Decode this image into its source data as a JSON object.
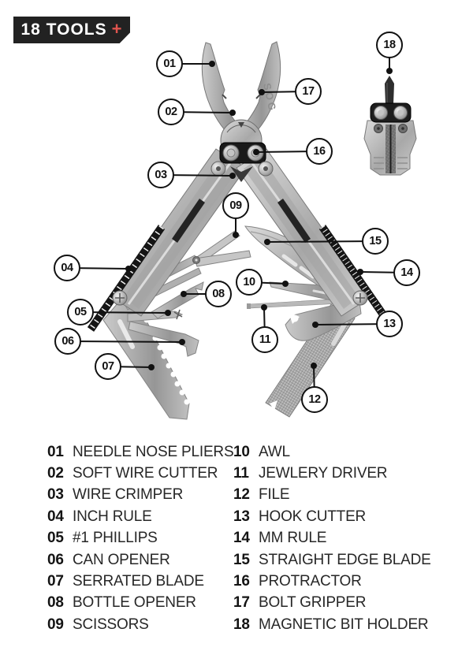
{
  "badge": {
    "text": "18 TOOLS",
    "plus": "+"
  },
  "product_marking": "SOG",
  "colors": {
    "badge_bg": "#222222",
    "accent_red": "#e0544e",
    "line_black": "#111111",
    "metal_gray": "#b5b5b5",
    "rule_strip": "#151515"
  },
  "callouts": [
    {
      "num": "01"
    },
    {
      "num": "02"
    },
    {
      "num": "03"
    },
    {
      "num": "04"
    },
    {
      "num": "05"
    },
    {
      "num": "06"
    },
    {
      "num": "07"
    },
    {
      "num": "08"
    },
    {
      "num": "09"
    },
    {
      "num": "10"
    },
    {
      "num": "11"
    },
    {
      "num": "12"
    },
    {
      "num": "13"
    },
    {
      "num": "14"
    },
    {
      "num": "15"
    },
    {
      "num": "16"
    },
    {
      "num": "17"
    },
    {
      "num": "18"
    }
  ],
  "legend": {
    "left": [
      {
        "num": "01",
        "label": "NEEDLE NOSE PLIERS"
      },
      {
        "num": "02",
        "label": "SOFT WIRE CUTTER"
      },
      {
        "num": "03",
        "label": "WIRE CRIMPER"
      },
      {
        "num": "04",
        "label": "INCH RULE"
      },
      {
        "num": "05",
        "label": "#1 PHILLIPS"
      },
      {
        "num": "06",
        "label": "CAN OPENER"
      },
      {
        "num": "07",
        "label": "SERRATED BLADE"
      },
      {
        "num": "08",
        "label": "BOTTLE OPENER"
      },
      {
        "num": "09",
        "label": "SCISSORS"
      }
    ],
    "right": [
      {
        "num": "10",
        "label": "AWL"
      },
      {
        "num": "11",
        "label": "JEWLERY DRIVER"
      },
      {
        "num": "12",
        "label": "FILE"
      },
      {
        "num": "13",
        "label": "HOOK CUTTER"
      },
      {
        "num": "14",
        "label": "MM RULE"
      },
      {
        "num": "15",
        "label": "STRAIGHT EDGE BLADE"
      },
      {
        "num": "16",
        "label": "PROTRACTOR"
      },
      {
        "num": "17",
        "label": "BOLT GRIPPER"
      },
      {
        "num": "18",
        "label": "MAGNETIC BIT HOLDER"
      }
    ]
  }
}
